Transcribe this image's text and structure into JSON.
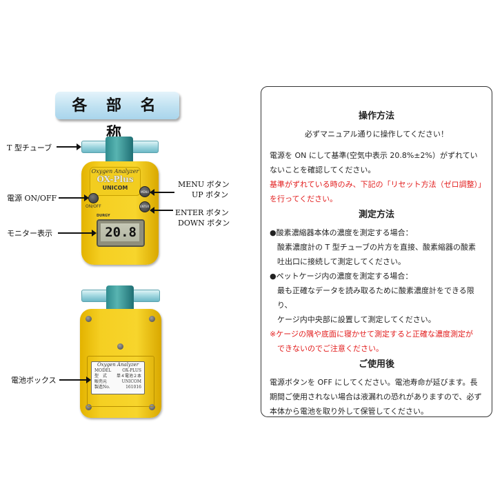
{
  "title": "各 部 名 称",
  "callouts": {
    "t_tube": "T 型チューブ",
    "power": "電源 ON/OFF",
    "menu_up": [
      "MENU ボタン",
      "UP ボタン"
    ],
    "enter_down": [
      "ENTER ボタン",
      "DOWN ボタン"
    ],
    "monitor": "モニター表示",
    "battery": "電池ボックス"
  },
  "device": {
    "brand_line1": "Oxygen Analyzer",
    "brand_line2": "OX-Plus",
    "brand_line3": "UNICOM",
    "power_label": "ON/OFF",
    "menu_label": "MENU",
    "enter_label": "ENTER",
    "lcd_brand": "DURGY",
    "reading": "20.8"
  },
  "backplate": {
    "title": "Oxygen Analyzer",
    "rows": [
      [
        "MODEL",
        "OX-PLUS"
      ],
      [
        "型　式",
        "単４電池２本"
      ],
      [
        "販売元",
        "UNICOM"
      ],
      [
        "製造No.",
        "161016"
      ]
    ]
  },
  "instructions": {
    "h1": "操作方法",
    "l1": "必ずマニュアル通りに操作してください！",
    "l2": "電源を ON にして基準(空気中表示 20.8%±2%）がずれていないことを確認してください。",
    "l3": "基準がずれている時のみ、下記の「リセット方法（ゼロ調整）」を行ってください。",
    "h2": "測定方法",
    "b1": "●酸素濃縮器本体の濃度を測定する場合：",
    "b1a": "酸素濃度計の T 型チューブの片方を直接、酸素縮器の酸素",
    "b1b": "吐出口に接続して測定してください。",
    "b2": "●ペットケージ内の濃度を測定する場合：",
    "b2a": "最も正確なデータを読み取るために酸素濃度計をできる限り、",
    "b2b": "ケージ内中央部に設置して測定してください。",
    "w1": "※ケージの隅や底面に寝かせて測定すると正確な濃度測定が",
    "w2": "できないのでご注意ください。",
    "h3": "ご使用後",
    "l4": "電源ボタンを OFF にしてください。電池寿命が延びます。長期間ご使用されない場合は液漏れの恐れがありますので、必ず本体から電池を取り外して保管してください。"
  },
  "colors": {
    "red": "#e21c1c",
    "device_yellow": "#f5cf22",
    "tube_teal": "#3a9a9c",
    "title_badge": "#bfe1f1"
  }
}
